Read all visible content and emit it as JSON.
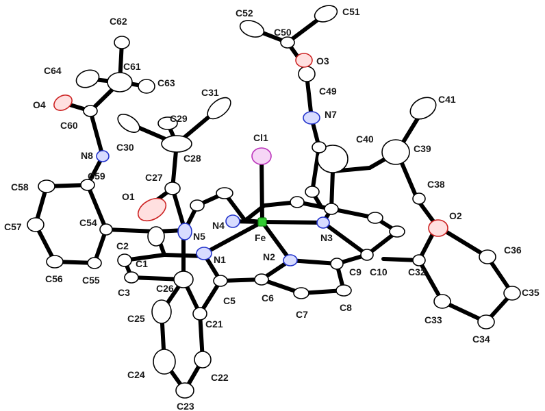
{
  "labels": {
    "C52": "C52",
    "C51": "C51",
    "C50": "C50",
    "O3": "O3",
    "C49": "C49",
    "C62": "C62",
    "C61": "C61",
    "C64": "C64",
    "C63": "C63",
    "O4": "O4",
    "C60": "C60",
    "C31": "C31",
    "C29": "C29",
    "C30": "C30",
    "C28": "C28",
    "N8": "N8",
    "C59": "C59",
    "C27": "C27",
    "Cl1": "Cl1",
    "N7": "N7",
    "C40": "C40",
    "C39": "C39",
    "C41": "C41",
    "C38": "C38",
    "O2": "O2",
    "C58": "C58",
    "O1": "O1",
    "C54": "C54",
    "C57": "C57",
    "N4": "N4",
    "N5": "N5",
    "Fe": "Fe",
    "N3": "N3",
    "C2": "C2",
    "N1": "N1",
    "C1": "C1",
    "N2": "N2",
    "C9": "C9",
    "C10": "C10",
    "C32": "C32",
    "C36": "C36",
    "C56": "C56",
    "C55": "C55",
    "C3": "C3",
    "C26": "C26",
    "C5": "C5",
    "C6": "C6",
    "C35": "C35",
    "C7": "C7",
    "C8": "C8",
    "C33": "C33",
    "C25": "C25",
    "C21": "C21",
    "C34": "C34",
    "C24": "C24",
    "C22": "C22",
    "C23": "C23"
  }
}
